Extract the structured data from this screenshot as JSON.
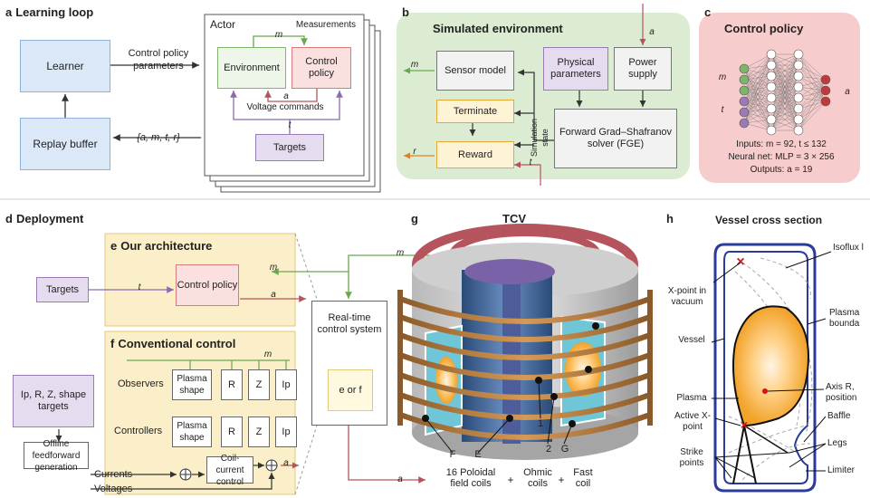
{
  "panel_a": {
    "letter": "a",
    "title": "Learning loop",
    "learner": "Learner",
    "replay": "Replay buffer",
    "ctrl_params": "Control policy parameters",
    "actor": "Actor",
    "measurements": "Measurements",
    "environment": "Environment",
    "control_policy": "Control policy",
    "voltage_commands": "Voltage commands",
    "targets": "Targets",
    "m": "m",
    "a": "a",
    "t": "t",
    "tuple": "{a, m, t, r}"
  },
  "panel_b": {
    "letter": "b",
    "title": "Simulated environment",
    "sensor_model": "Sensor model",
    "physical_parameters": "Physical parameters",
    "power_supply": "Power supply",
    "terminate": "Terminate",
    "forward_solver": "Forward Grad–Shafranov solver (FGE)",
    "reward": "Reward",
    "simulation_state": "Simulation state",
    "a": "a",
    "m": "m",
    "r": "r",
    "t": "t"
  },
  "panel_c": {
    "letter": "c",
    "title": "Control policy",
    "m": "m",
    "t": "t",
    "a": "a",
    "inputs": "Inputs: m = 92, t ≤ 132",
    "neural_net": "Neural net: MLP = 3 × 256",
    "outputs": "Outputs: a = 19"
  },
  "panel_d": {
    "letter": "d",
    "title": "Deployment",
    "targets": "Targets",
    "t": "t",
    "m": "m",
    "a": "a",
    "rt_control": "Real-time control system",
    "e_or_f": "e or f",
    "ip_targets": "Ip, R, Z, shape targets",
    "offline": "Offline feedforward generation",
    "currents": "Currents",
    "voltages": "Voltages"
  },
  "panel_e": {
    "letter": "e",
    "title": "Our architecture",
    "control_policy": "Control policy"
  },
  "panel_f": {
    "letter": "f",
    "title": "Conventional control",
    "observers": "Observers",
    "controllers": "Controllers",
    "plasma_shape": "Plasma shape",
    "R": "R",
    "Z": "Z",
    "Ip": "Ip",
    "coil_current": "Coil-current control"
  },
  "panel_g": {
    "letter": "g",
    "title": "TCV",
    "label_F": "F",
    "label_E": "E",
    "label_1": "1",
    "label_2": "2",
    "label_G": "G",
    "poloidal": "16 Poloidal field coils",
    "ohmic": "Ohmic coils",
    "fast": "Fast coil",
    "plus": "+",
    "a": "a"
  },
  "panel_h": {
    "letter": "h",
    "title": "Vessel cross section",
    "x_point_vacuum": "X-point in vacuum",
    "vessel": "Vessel",
    "plasma": "Plasma",
    "active_x": "Active X-point",
    "strike_points": "Strike points",
    "isoflux": "Isoflux l",
    "plasma_boundary": "Plasma bounda",
    "axis": "Axis R, position",
    "baffle": "Baffle",
    "legs": "Legs",
    "limiter": "Limiter"
  },
  "colors": {
    "blue": "#dbe8f7",
    "green_bg": "#dbecd2",
    "red_bg": "#f6cccc",
    "yellow_bg": "#fbefc9",
    "purple": "#e6dcef",
    "arrow": "#9b5a5a"
  }
}
